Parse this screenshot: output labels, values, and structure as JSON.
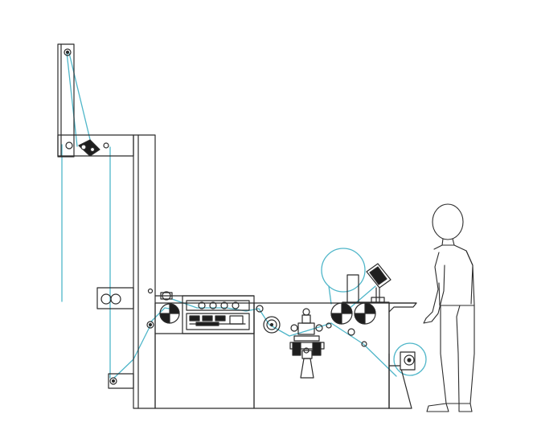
{
  "figure": {
    "subject": "machine-web-path-with-operator",
    "colors": {
      "outline": "#2b2b2b",
      "web_path": "#4fb6c9",
      "background": "#ffffff",
      "dark_fill": "#1e1e1e"
    },
    "components": [
      "unwind-tower",
      "tension-arm",
      "left-column",
      "guide-roller-block",
      "machine-body-left",
      "tooling-unit",
      "cutting-section",
      "rewind-roll-upper",
      "control-monitor",
      "rewind-roll-lower",
      "operator-figure"
    ]
  }
}
